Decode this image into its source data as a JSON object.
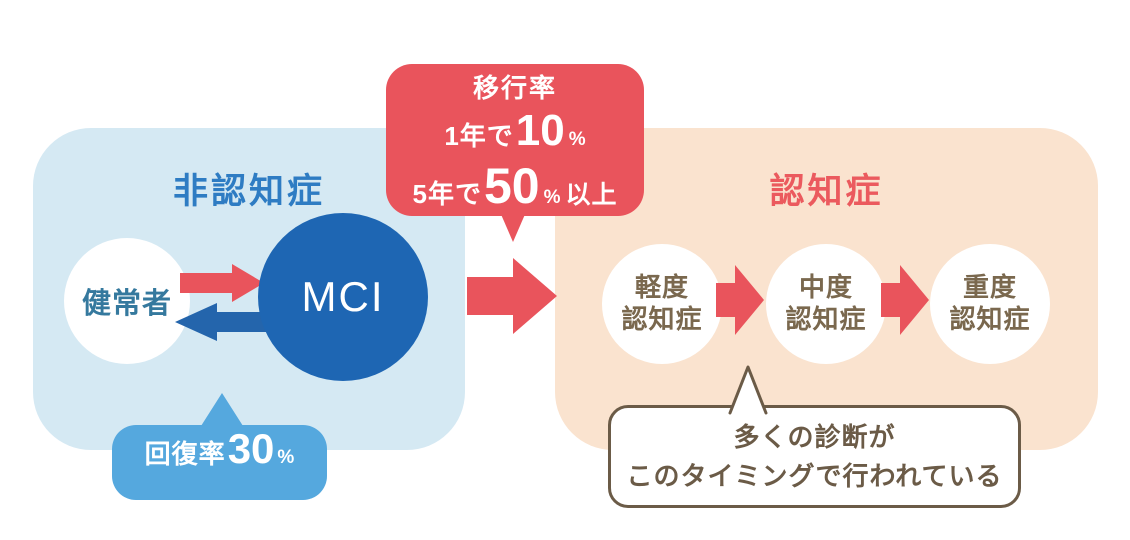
{
  "left_panel": {
    "title": "非認知症",
    "healthy_label": "健常者",
    "mci_label": "MCI",
    "recovery": {
      "prefix": "回復率",
      "value": "30",
      "unit": "%"
    }
  },
  "transition": {
    "heading": "移行率",
    "year1": {
      "prefix": "1年で",
      "value": "10",
      "unit": "%"
    },
    "year5": {
      "prefix": "5年で",
      "value": "50",
      "unit": "%",
      "suffix": "以上"
    }
  },
  "right_panel": {
    "title": "認知症",
    "stages": [
      {
        "severity": "軽度",
        "condition": "認知症"
      },
      {
        "severity": "中度",
        "condition": "認知症"
      },
      {
        "severity": "重度",
        "condition": "認知症"
      }
    ],
    "diagnosis_note": {
      "line1": "多くの診断が",
      "line2": "このタイミングで行われている"
    }
  },
  "colors": {
    "red": "#E9545C",
    "title-red": "#EB5A5E",
    "panel-blue": "#D5E9F3",
    "panel-peach": "#FAE3CF",
    "mci-blue": "#1E66B3",
    "navy": "#2465AC",
    "sky-blue": "#55A8DE",
    "title-blue": "#2E7CC3",
    "teal-text": "#35799E",
    "brown": "#7A684E",
    "note-brown": "#6B5B47"
  }
}
